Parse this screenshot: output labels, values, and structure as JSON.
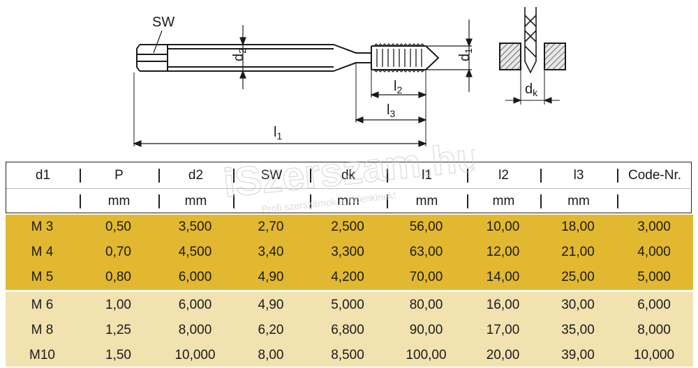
{
  "drawing": {
    "sw": "SW",
    "d2": "d",
    "d2_sub": "2",
    "d1": "d",
    "d1_sub": "1",
    "l2": "l",
    "l2_sub": "2",
    "l3": "l",
    "l3_sub": "3",
    "l1": "l",
    "l1_sub": "1",
    "dk": "d",
    "dk_sub": "k"
  },
  "watermark": {
    "brand": "iSzerszam.hu",
    "tagline": "Profi szerszámok mindenkinek!"
  },
  "table": {
    "headers": [
      "d1",
      "P",
      "d2",
      "SW",
      "dk",
      "l1",
      "l2",
      "l3",
      "Code-Nr."
    ],
    "units": [
      "",
      "mm",
      "mm",
      "",
      "mm",
      "mm",
      "mm",
      "mm",
      ""
    ],
    "rows": [
      [
        "M 3",
        "0,50",
        "3,500",
        "2,70",
        "2,500",
        "56,00",
        "10,00",
        "18,00",
        "3,000"
      ],
      [
        "M 4",
        "0,70",
        "4,500",
        "3,40",
        "3,300",
        "63,00",
        "12,00",
        "21,00",
        "4,000"
      ],
      [
        "M 5",
        "0,80",
        "6,000",
        "4,90",
        "4,200",
        "70,00",
        "14,00",
        "25,00",
        "5,000"
      ],
      [
        "M 6",
        "1,00",
        "6,000",
        "4,90",
        "5,000",
        "80,00",
        "16,00",
        "30,00",
        "6,000"
      ],
      [
        "M 8",
        "1,25",
        "8,000",
        "6,20",
        "6,800",
        "90,00",
        "17,00",
        "35,00",
        "8,000"
      ],
      [
        "M10",
        "1,50",
        "10,000",
        "8,00",
        "8,500",
        "100,00",
        "20,00",
        "39,00",
        "10,000"
      ]
    ]
  }
}
